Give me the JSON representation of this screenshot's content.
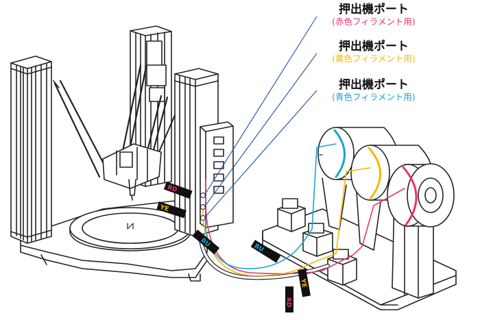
{
  "callouts": [
    {
      "title": "押出機ポート",
      "subtitle": "(赤色フィラメント用)",
      "color": "#e8336f"
    },
    {
      "title": "押出機ポート",
      "subtitle": "(黄色フィラメント用)",
      "color": "#f5b800"
    },
    {
      "title": "押出機ポート",
      "subtitle": "(青色フィラメント用)",
      "color": "#1aa3d6"
    }
  ],
  "cable_tags": {
    "rd": "RD",
    "ye": "YE",
    "bu": "BU"
  },
  "colors": {
    "red": "#e8336f",
    "yellow": "#f5b800",
    "blue": "#1aa3d6",
    "line_art": "#222222"
  }
}
